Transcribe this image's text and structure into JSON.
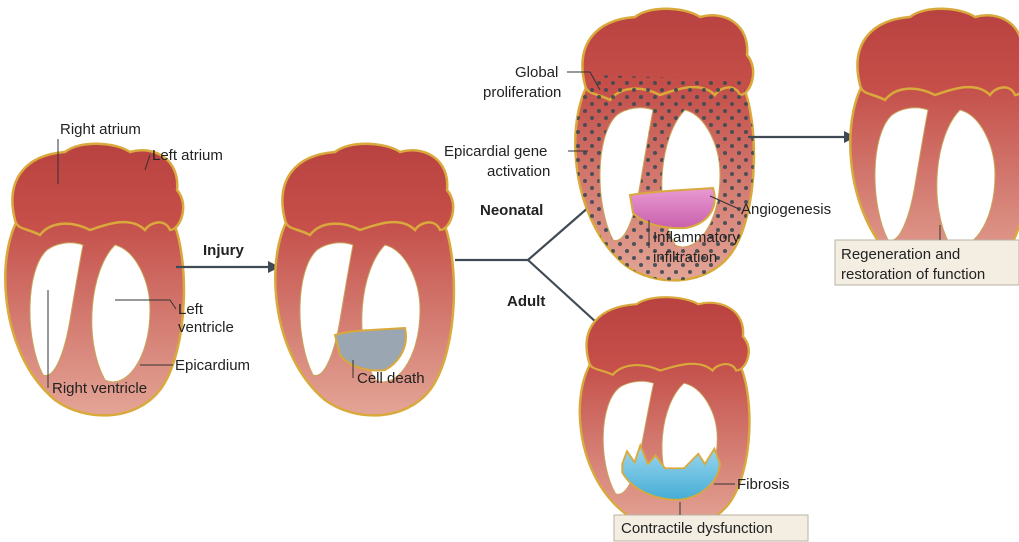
{
  "labels": {
    "right_atrium": "Right atrium",
    "left_atrium": "Left atrium",
    "left_ventricle_1": "Left",
    "left_ventricle_2": "ventricle",
    "epicardium": "Epicardium",
    "right_ventricle": "Right ventricle",
    "injury": "Injury",
    "cell_death": "Cell death",
    "neonatal": "Neonatal",
    "adult": "Adult",
    "global_proliferation_1": "Global",
    "global_proliferation_2": "proliferation",
    "epicardial_gene_1": "Epicardial gene",
    "epicardial_gene_2": "activation",
    "angiogenesis": "Angiogenesis",
    "inflammatory_1": "Inflammatory",
    "inflammatory_2": "infiltration",
    "regeneration_1": "Regeneration and",
    "regeneration_2": "restoration of function",
    "fibrosis": "Fibrosis",
    "contractile_dysfunction": "Contractile dysfunction"
  },
  "colors": {
    "heart_top": "#c24a45",
    "heart_bottom": "#e3a596",
    "epicardium": "#d9a93c",
    "cell_death": "#9aa6b2",
    "inflammation": "#d66fb8",
    "fibrosis": "#5fb9dd",
    "proliferation_dots": "#3d4a52",
    "callout_box": "#f3ede2",
    "arrow": "#3f4a55"
  }
}
